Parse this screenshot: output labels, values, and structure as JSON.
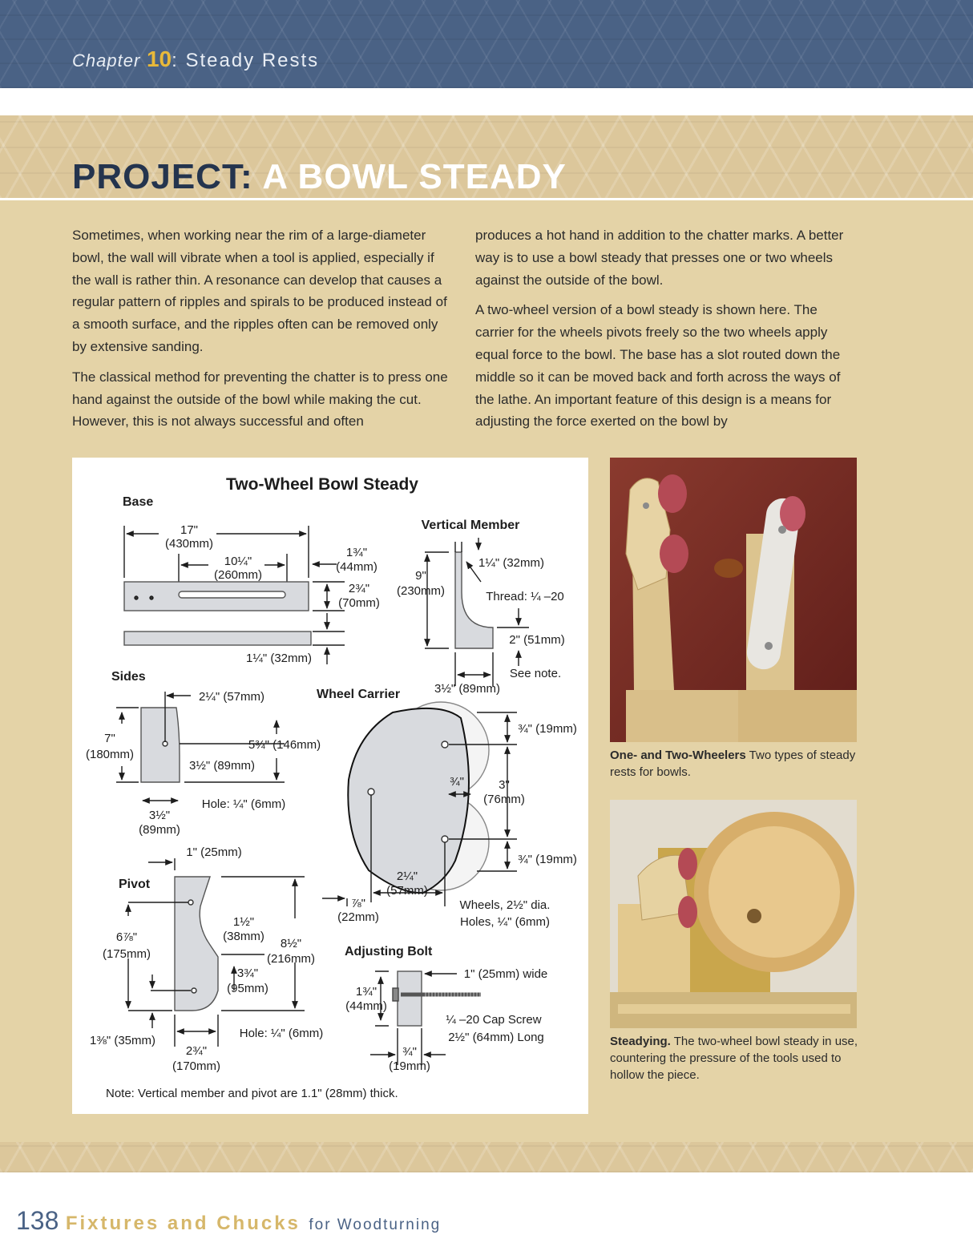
{
  "header": {
    "chapter_word": "Chapter",
    "chapter_number": "10",
    "chapter_title": ": Steady Rests"
  },
  "title": {
    "prefix": "PROJECT:",
    "main": "A BOWL STEADY"
  },
  "body": {
    "col1_p1": "Sometimes, when working near the rim of a large-diameter bowl, the wall will vibrate when a tool is applied, especially if the wall is rather thin. A resonance can develop that causes a regular pattern of ripples and spirals to be produced instead of a smooth surface, and the ripples often can be removed only by extensive sanding.",
    "col1_p2": "The classical method for preventing the chatter is to press one hand against the outside of the bowl while making the cut. However, this is not always successful and often",
    "col2_p1": "produces a hot hand in addition to the chatter marks. A better way is to use a bowl steady that presses one or two wheels against the outside of the bowl.",
    "col2_p2": "A two-wheel version of a bowl steady is shown here. The carrier for the wheels pivots freely so the two wheels apply equal force to the bowl. The base has a slot routed down the middle so it can be moved back and forth across the ways of the lathe. An important feature of this design is a means for adjusting the force exerted on the bowl by"
  },
  "diagram": {
    "title": "Two-Wheel Bowl Steady",
    "sections": {
      "base": "Base",
      "vertical": "Vertical Member",
      "sides": "Sides",
      "carrier": "Wheel Carrier",
      "pivot": "Pivot",
      "bolt": "Adjusting Bolt"
    },
    "labels": {
      "b_17": "17\"",
      "b_430": "(430mm)",
      "b_1014": "10¼\"",
      "b_260": "(260mm)",
      "b_134": "1¾\"",
      "b_44": "(44mm)",
      "b_234": "2¾\"",
      "b_70": "(70mm)",
      "b_114": "1¼\" (32mm)",
      "v_114": "1¼\" (32mm)",
      "v_9": "9\"",
      "v_230": "(230mm)",
      "v_thread": "Thread: ¼ –20",
      "v_2": "2\" (51mm)",
      "v_note": "See note.",
      "v_312": "3½\" (89mm)",
      "s_214": "2¼\" (57mm)",
      "s_7": "7\"",
      "s_180": "(180mm)",
      "s_534": "5¾\" (146mm)",
      "s_312": "3½\" (89mm)",
      "s_hole": "Hole: ¼\" (6mm)",
      "s_312b": "3½\"",
      "s_89b": "(89mm)",
      "c_34a": "¾\" (19mm)",
      "c_34m": "¾\"",
      "c_3": "3\"",
      "c_76": "(76mm)",
      "c_34b": "¾\" (19mm)",
      "c_214": "2¼\"",
      "c_57": "(57mm)",
      "c_78": "⅞\"",
      "c_22": "(22mm)",
      "c_wheels": "Wheels, 2½\" dia.",
      "c_holes": "Holes, ¼\" (6mm)",
      "p_1": "1\" (25mm)",
      "p_678": "6⅞\"",
      "p_175": "(175mm)",
      "p_112": "1½\"",
      "p_38": "(38mm)",
      "p_812": "8½\"",
      "p_216": "(216mm)",
      "p_334": "3¾\"",
      "p_95": "(95mm)",
      "p_138": "1⅜\" (35mm)",
      "p_hole": "Hole: ¼\" (6mm)",
      "p_234": "2¾\"",
      "p_170": "(170mm)",
      "a_wide": "1\" (25mm) wide",
      "a_134": "1¾\"",
      "a_44": "(44mm)",
      "a_cap": "¼ –20 Cap Screw",
      "a_long": "2½\" (64mm) Long",
      "a_34": "¾\"",
      "a_19": "(19mm)"
    },
    "note": "Note: Vertical member and pivot are 1.1\" (28mm) thick."
  },
  "captions": {
    "c1_bold": "One- and Two-Wheelers",
    "c1_text": " Two types of steady rests for bowls.",
    "c2_bold": "Steadying.",
    "c2_text": " The two-wheel bowl steady in use, countering the pressure of the tools used to hollow the piece."
  },
  "footer": {
    "page_number": "138",
    "book_title": "Fixtures and Chucks",
    "book_subtitle": "for Woodturning"
  },
  "colors": {
    "navy": "#24344e",
    "header_blue": "#4a6285",
    "tan": "#e4d3a7",
    "gold": "#e8b93a"
  }
}
